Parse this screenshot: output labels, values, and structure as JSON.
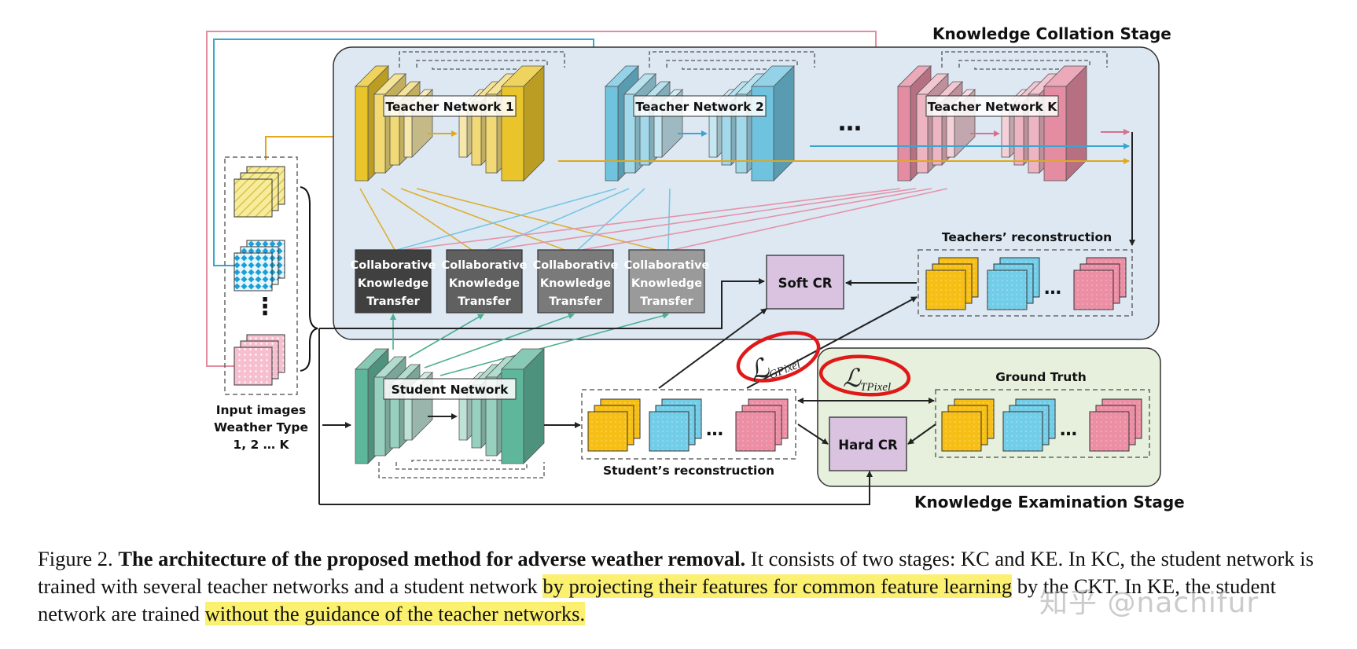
{
  "stages": {
    "collation": "Knowledge Collation Stage",
    "examination": "Knowledge Examination Stage"
  },
  "teachers": [
    "Teacher Network 1",
    "Teacher Network 2",
    "Teacher Network K"
  ],
  "ellipsis": "…",
  "vdots": "⋮",
  "ckt_lines": [
    "Collaborative",
    "Knowledge",
    "Transfer"
  ],
  "student": "Student Network",
  "soft_cr": "Soft CR",
  "hard_cr": "Hard CR",
  "teachers_recon": "Teachers’ reconstruction",
  "student_recon": "Student’s reconstruction",
  "ground_truth": "Ground Truth",
  "input_lines": [
    "Input images",
    "Weather Type",
    "1, 2 … K"
  ],
  "loss_gpixel": {
    "symbol": "ℒ",
    "sub": "GPixel"
  },
  "loss_tpixel": {
    "symbol": "ℒ",
    "sub": "TPixel"
  },
  "colors": {
    "yellow": "#e9c42a",
    "blue": "#6fc3df",
    "pink": "#e48ca1",
    "green": "#5fb79b",
    "kc_bg": "#dde8f3",
    "ke_bg": "#e6f0dc",
    "cr_box": "#d9c3e1",
    "loss_circle": "#e01818",
    "highlight": "#fbf06f"
  },
  "caption": {
    "label": "Figure 2.",
    "title": "The architecture of the proposed method for adverse weather removal.",
    "text1": " It consists of two stages: KC and KE. In KC, the student network is trained with several teacher networks and a student network ",
    "hl1": "by projecting their features for common feature learning",
    "text2": " by the CKT. In KE, the student network are trained ",
    "hl2": "without the guidance of the teacher networks."
  },
  "watermark": "知乎 @nachifur"
}
